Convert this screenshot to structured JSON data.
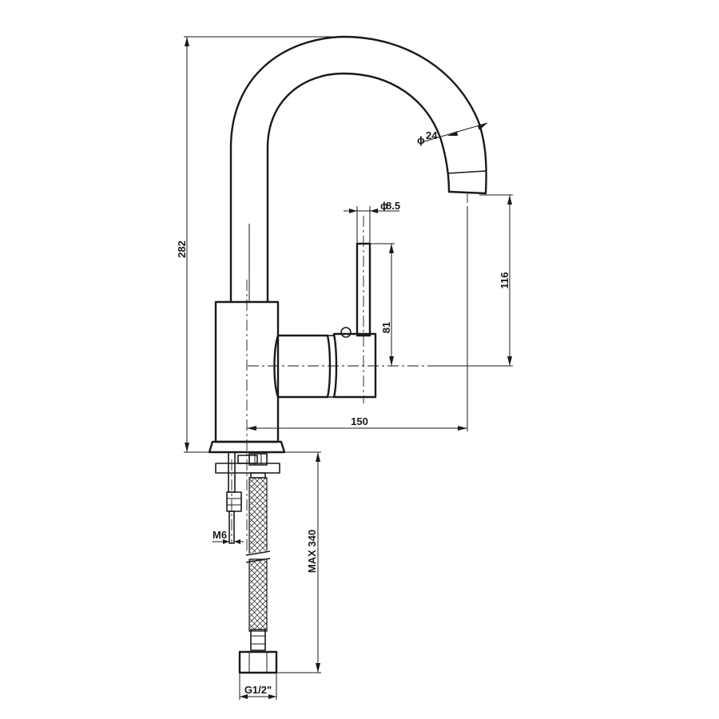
{
  "dimensions": {
    "overall_height": "282",
    "spout_diameter": "24",
    "handle_diameter": "8.5",
    "spout_outlet_height": "116",
    "handle_height": "81",
    "spout_reach": "150",
    "hose_length": "MAX 340",
    "stud_thread": "M6",
    "hose_connector": "G1/2\""
  },
  "symbols": {
    "diameter": "ϕ"
  },
  "colors": {
    "line": "#1a1a1a",
    "background": "#ffffff"
  }
}
